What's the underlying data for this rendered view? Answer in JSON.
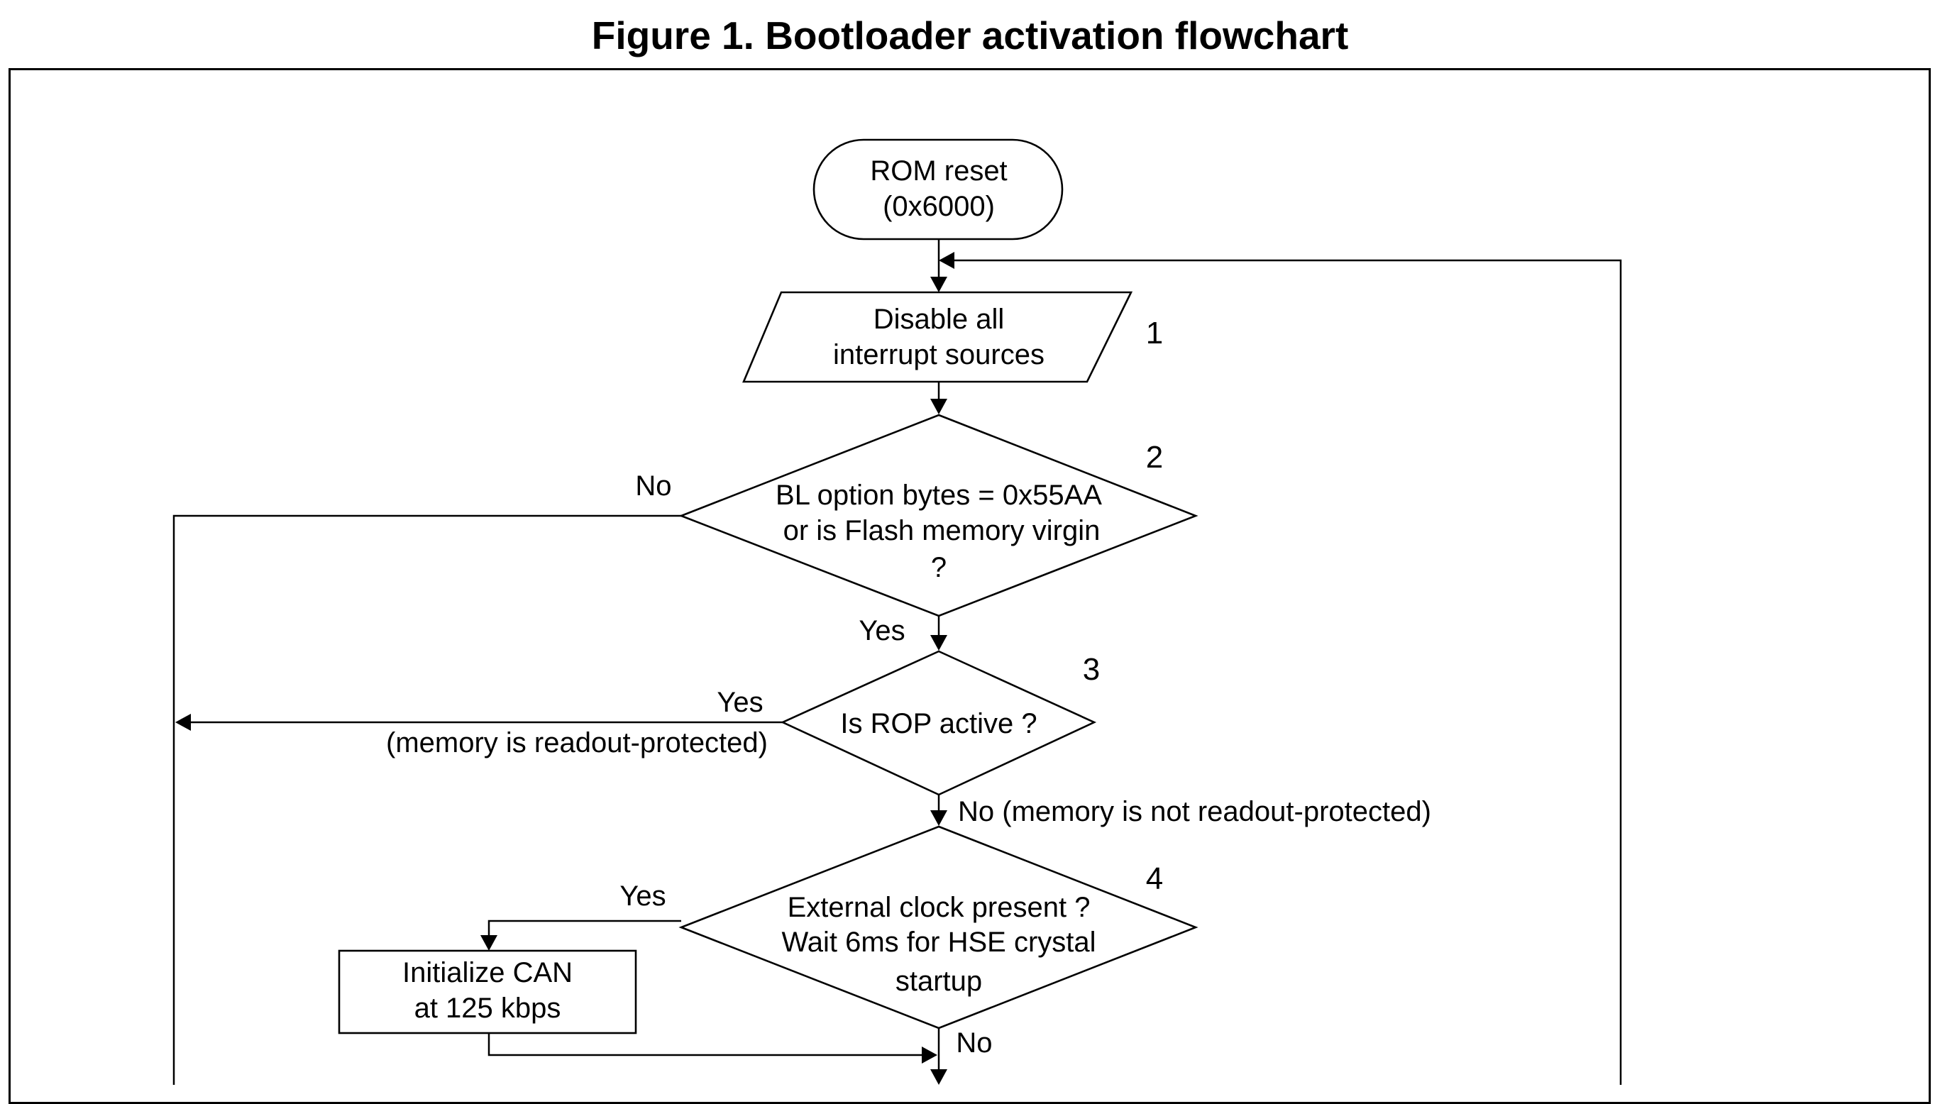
{
  "figure_title": "Figure 1. Bootloader activation flowchart",
  "nodes": {
    "rom_reset": {
      "line1": "ROM reset",
      "line2": "(0x6000)"
    },
    "disable_interrupts": {
      "line1": "Disable all",
      "line2": "interrupt sources",
      "number": "1"
    },
    "bl_option_bytes": {
      "line1": "BL option bytes = 0x55AA",
      "line2": "or is Flash memory virgin",
      "line3": "?",
      "number": "2"
    },
    "rop_active": {
      "line1": "Is ROP active ?",
      "number": "3"
    },
    "external_clock": {
      "line1": "External clock present ?",
      "line2": "Wait 6ms for HSE crystal",
      "line3": "startup",
      "number": "4"
    },
    "init_can": {
      "line1": "Initialize CAN",
      "line2": "at 125 kbps"
    }
  },
  "edge_labels": {
    "bl_no": "No",
    "bl_yes": "Yes",
    "rop_yes": "Yes",
    "rop_yes_note": "(memory is readout-protected)",
    "rop_no": "No (memory is not readout-protected)",
    "clock_yes": "Yes",
    "clock_no": "No"
  }
}
